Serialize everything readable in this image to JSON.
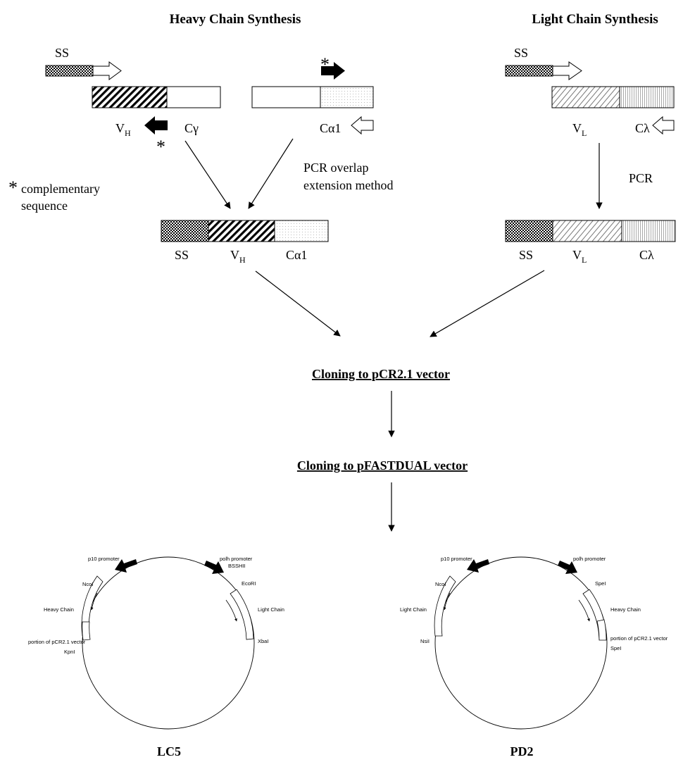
{
  "heavy": {
    "title": "Heavy Chain Synthesis",
    "ss": "SS",
    "vh": "V",
    "vh_sub": "H",
    "cgamma": "Cγ",
    "calpha1": "Cα1",
    "overlap_line1": "PCR overlap",
    "overlap_line2": "extension method",
    "product": {
      "ss": "SS",
      "v": "V",
      "v_sub": "H",
      "c": "Cα1"
    }
  },
  "light": {
    "title": "Light Chain Synthesis",
    "ss": "SS",
    "vl": "V",
    "vl_sub": "L",
    "clambda": "Cλ",
    "pcr": "PCR",
    "product": {
      "ss": "SS",
      "v": "V",
      "v_sub": "L",
      "c": "Cλ"
    }
  },
  "note": {
    "star": "*",
    "line1": "complementary",
    "line2": "sequence"
  },
  "steps": {
    "step1": "Cloning to pCR2.1 vector",
    "step2": "Cloning to pFASTDUAL vector"
  },
  "plasmids": [
    {
      "name": "LC5",
      "p10": "p10 promoter",
      "polh": "polh promoter",
      "left_top_site": "NcoI",
      "left_gene": "Heavy Chain",
      "left_portion": "portion of pCR2.1 vector",
      "left_bottom_site": "KpnI",
      "right_top_site1": "BSSHII",
      "right_top_site2": "EcoRI",
      "right_gene": "Light Chain",
      "right_bottom_site": "XbaI"
    },
    {
      "name": "PD2",
      "p10": "p10 promoter",
      "polh": "polh promoter",
      "left_top_site": "NcoI",
      "left_gene": "Light Chain",
      "left_bottom_site": "NsiI",
      "right_top_site": "SpeI",
      "right_gene": "Heavy Chain",
      "right_portion": "portion of pCR2.1 vector",
      "right_bottom_site": "SpeI"
    }
  ]
}
